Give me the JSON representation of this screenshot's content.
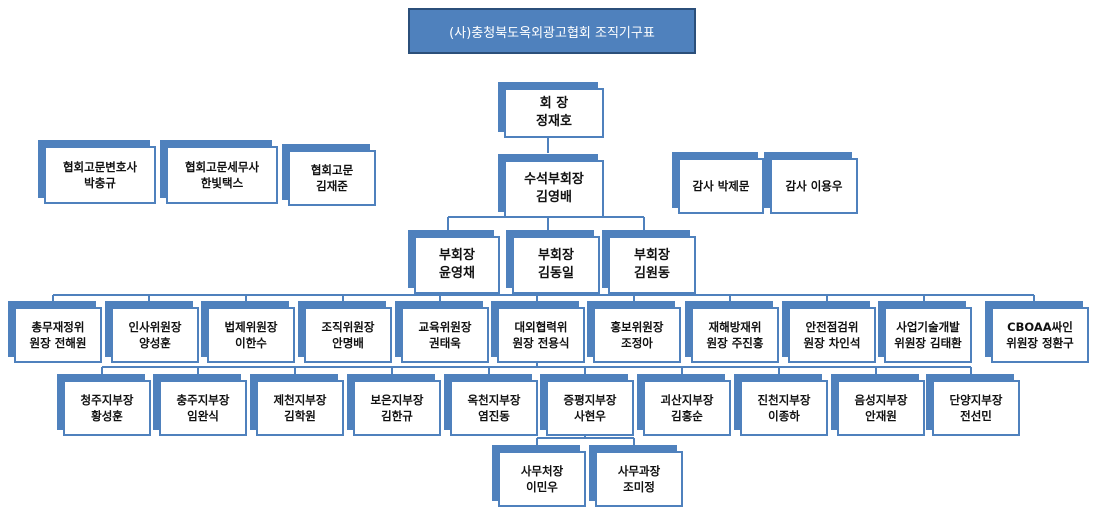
{
  "title": "(사)충청북도옥외광고협회 조직기구표",
  "nodes": {
    "president": "회 장\n정재호",
    "senior_vp": "수석부회장\n김영배",
    "advisor_lawyer": "협회고문변호사\n박충규",
    "advisor_tax": "협회고문세무사\n한빛택스",
    "advisor": "협회고문\n김재준",
    "auditor1": "감사 박제문",
    "auditor2": "감사 이용우",
    "vp1": "부회장\n윤영채",
    "vp2": "부회장\n김동일",
    "vp3": "부회장\n김원동",
    "committees": [
      "총무재정위\n원장 전해원",
      "인사위원장\n양성훈",
      "법제위원장\n이한수",
      "조직위원장\n안명배",
      "교육위원장\n권태욱",
      "대외협력위\n원장 전용식",
      "홍보위원장\n조정아",
      "재해방재위\n원장 주진홍",
      "안전점검위\n원장 차인석",
      "사업기술개발\n위원장 김태환",
      "CBOAA싸인\n위원장 정환구"
    ],
    "branches": [
      "청주지부장\n황성훈",
      "충주지부장\n임완식",
      "제천지부장\n김학원",
      "보은지부장\n김한규",
      "옥천지부장\n염진동",
      "증평지부장\n사현우",
      "괴산지부장\n김홍순",
      "진천지부장\n이종하",
      "음성지부장\n안재원",
      "단양지부장\n전선민"
    ],
    "secretary_general": "사무처장\n이민우",
    "secretary_manager": "사무과장\n조미정"
  }
}
